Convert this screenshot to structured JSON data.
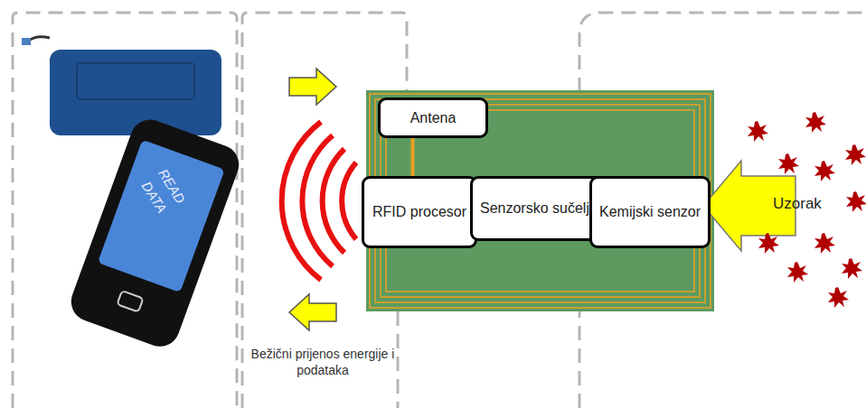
{
  "diagram": {
    "nodes": [
      {
        "text": [
          "Antena"
        ]
      },
      {
        "text": [
          "RFID procesor"
        ]
      },
      {
        "text": [
          "Senzorsko sučelje"
        ]
      },
      {
        "text": [
          "Kemijski senzor"
        ]
      }
    ],
    "edges": [
      {
        "from": 0,
        "to": 1,
        "arrow": "none"
      }
    ],
    "labels": [
      "READ DATA",
      "Bežični prijenos energije i podataka",
      "Uzorak"
    ]
  }
}
